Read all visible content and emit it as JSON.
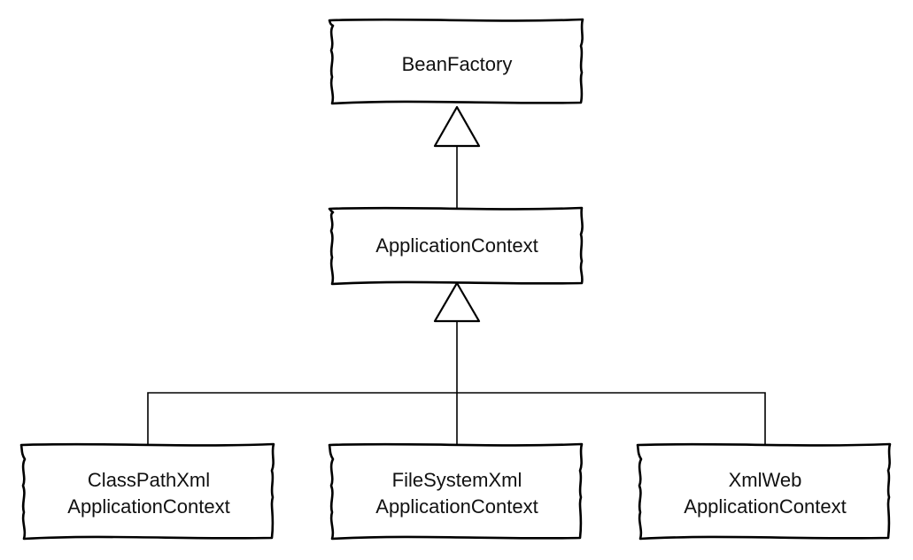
{
  "nodes": {
    "bean_factory": {
      "lines": [
        "BeanFactory"
      ]
    },
    "application_context": {
      "lines": [
        "ApplicationContext"
      ]
    },
    "classpath_xml": {
      "lines": [
        "ClassPathXml",
        "ApplicationContext"
      ]
    },
    "filesystem_xml": {
      "lines": [
        "FileSystemXml",
        "ApplicationContext"
      ]
    },
    "xml_web": {
      "lines": [
        "XmlWeb",
        "ApplicationContext"
      ]
    }
  },
  "edges": [
    {
      "from": "application_context",
      "to": "bean_factory",
      "type": "inheritance"
    },
    {
      "from": "classpath_xml",
      "to": "application_context",
      "type": "inheritance"
    },
    {
      "from": "filesystem_xml",
      "to": "application_context",
      "type": "inheritance"
    },
    {
      "from": "xml_web",
      "to": "application_context",
      "type": "inheritance"
    }
  ],
  "colors": {
    "stroke": "#000000",
    "fill": "#ffffff",
    "text": "#111111"
  }
}
